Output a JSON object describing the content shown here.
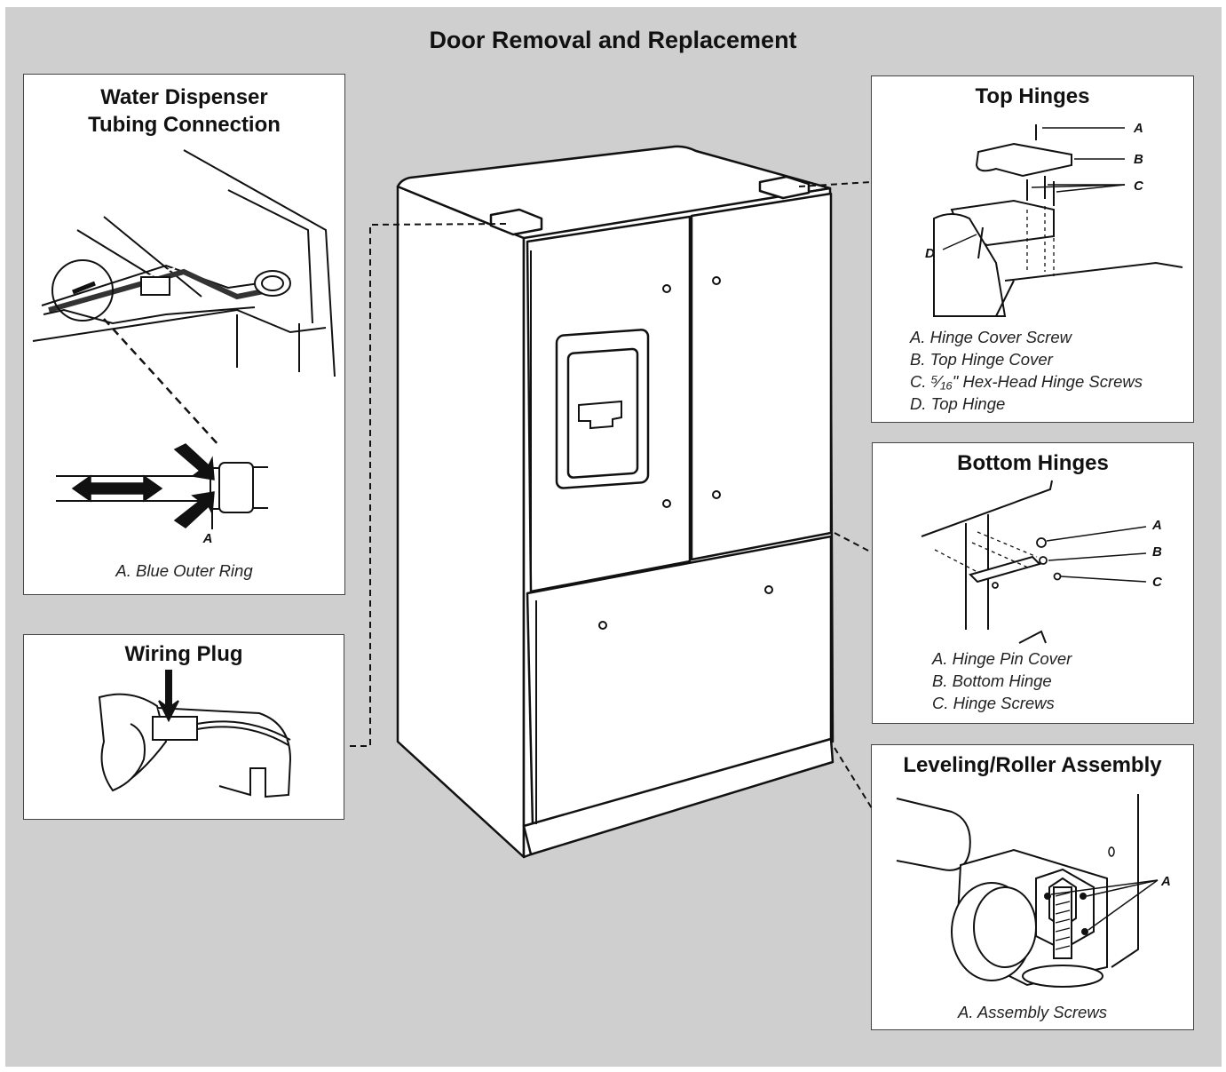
{
  "title": "Door Removal and Replacement",
  "panels": {
    "water": {
      "title_line1": "Water Dispenser",
      "title_line2": "Tubing Connection",
      "callout": "A",
      "legend": [
        "A. Blue Outer Ring"
      ]
    },
    "wiring": {
      "title": "Wiring Plug"
    },
    "top_hinges": {
      "title": "Top Hinges",
      "callouts": [
        "A",
        "B",
        "C",
        "D"
      ],
      "legend": [
        "A. Hinge Cover Screw",
        "B. Top Hinge Cover",
        "C. ⁵⁄₁₆\" Hex-Head Hinge Screws",
        "D. Top Hinge"
      ]
    },
    "bottom_hinges": {
      "title": "Bottom Hinges",
      "callouts": [
        "A",
        "B",
        "C"
      ],
      "legend": [
        "A. Hinge Pin Cover",
        "B. Bottom Hinge",
        "C. Hinge Screws"
      ]
    },
    "leveling": {
      "title": "Leveling/Roller Assembly",
      "callout": "A",
      "legend": [
        "A. Assembly Screws"
      ]
    }
  },
  "colors": {
    "background": "#cfcfcf",
    "panel": "#ffffff",
    "line": "#111111"
  }
}
